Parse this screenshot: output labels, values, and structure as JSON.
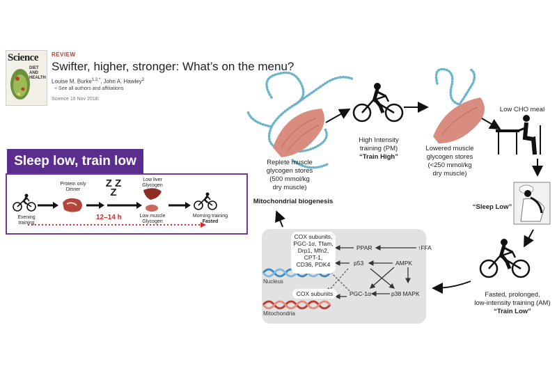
{
  "article": {
    "cover_logo": "Science",
    "cover_blurb": "DIET AND HEALTH",
    "section": "REVIEW",
    "title": "Swifter, higher, stronger: What’s on the menu?",
    "author1": "Louise M. Burke",
    "author1_sup": "1,2,*",
    "author2": "John A. Hawley",
    "author2_sup": "2",
    "see_all": "See all authors and affiliations",
    "pub_info": "Science  16 Nov 2018:"
  },
  "sleep_low_panel": {
    "banner": "Sleep low, train low",
    "evening_training": "Evening\ntraining",
    "protein_dinner": "Protein only\nDinner",
    "zzz": "Z Z\nZ",
    "low_liver": "Low liver\nGlycogen",
    "low_muscle": "Low muscle\nGlycogen",
    "duration": "12–14 h",
    "morning_training": "Morning training",
    "fasted": "Fasted"
  },
  "cycle": {
    "replete": "Replete muscle\nglycogen stores\n(500 mmol/kg\ndry muscle)",
    "high_intensity": "High Intensity\ntraining (PM)",
    "train_high": "“Train High”",
    "lowered": "Lowered muscle\nglycogen stores\n(<250 mmol/kg\ndry muscle)",
    "low_cho_meal": "Low CHO meal",
    "sleep_low": "“Sleep Low”",
    "fasted_training": "Fasted, prolonged,\nlow-intensity training (AM)",
    "train_low": "“Train Low”",
    "mito_biogenesis": "Mitochondrial biogenesis"
  },
  "signaling": {
    "nuclear_genes": "COX subunits,\nPGC-1α, Tfam,\nDrp1, Mfn2, CPT-1,\nCD36, PDK4",
    "mito_genes": "COX subunits",
    "ppar": "PPAR",
    "ffa": "↑FFA",
    "p53": "p53",
    "ampk": "AMPK",
    "p38": "p38 MAPK",
    "pgc": "PGC-1α",
    "nucleus": "Nucleus",
    "mitochondria": "Mitochondria"
  },
  "colors": {
    "banner": "#5b2d8e",
    "box_border": "#6a3a9e",
    "muscle": "#d98c80",
    "glycogen": "#6cb4c9",
    "dna_blue": "#3b8cc4",
    "dna_red": "#c0392b",
    "dashed_red": "#d62828"
  }
}
